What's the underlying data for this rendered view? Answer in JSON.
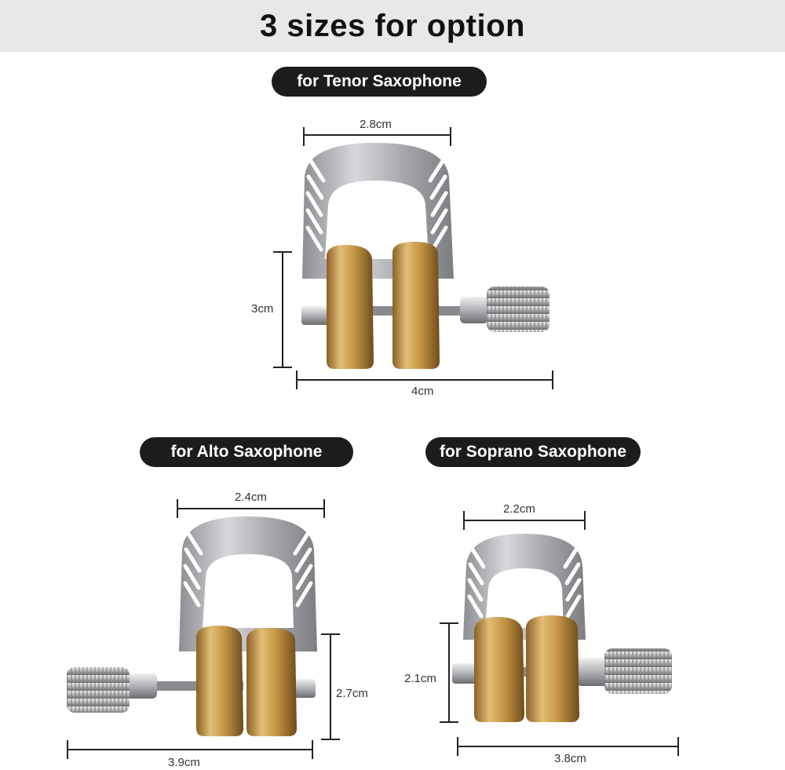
{
  "header": {
    "title": "3 sizes for option"
  },
  "products": [
    {
      "label": "for Tenor Saxophone",
      "width": "2.8cm",
      "height": "3cm",
      "length": "4cm"
    },
    {
      "label": "for Alto Saxophone",
      "width": "2.4cm",
      "height": "2.7cm",
      "length": "3.9cm"
    },
    {
      "label": "for Soprano Saxophone",
      "width": "2.2cm",
      "height": "2.1cm",
      "length": "3.8cm"
    }
  ],
  "colors": {
    "header_bg": "#e8e8e8",
    "pill_bg": "#1c1c1c",
    "gold": "#c79a4a",
    "steel": "#b9b9bd"
  }
}
